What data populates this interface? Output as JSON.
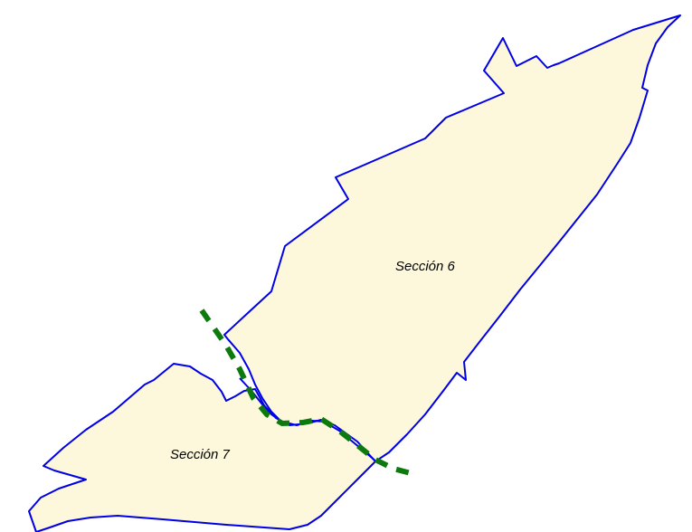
{
  "map": {
    "fill_color": "#fdf8dc",
    "border_color": "#0000e6",
    "boundary_line_color": "#0d7a0d",
    "regions": [
      {
        "id": "seccion-6",
        "label": "Sección 6"
      },
      {
        "id": "seccion-7",
        "label": "Sección 7"
      }
    ],
    "boundary_line_style": "dashed"
  }
}
